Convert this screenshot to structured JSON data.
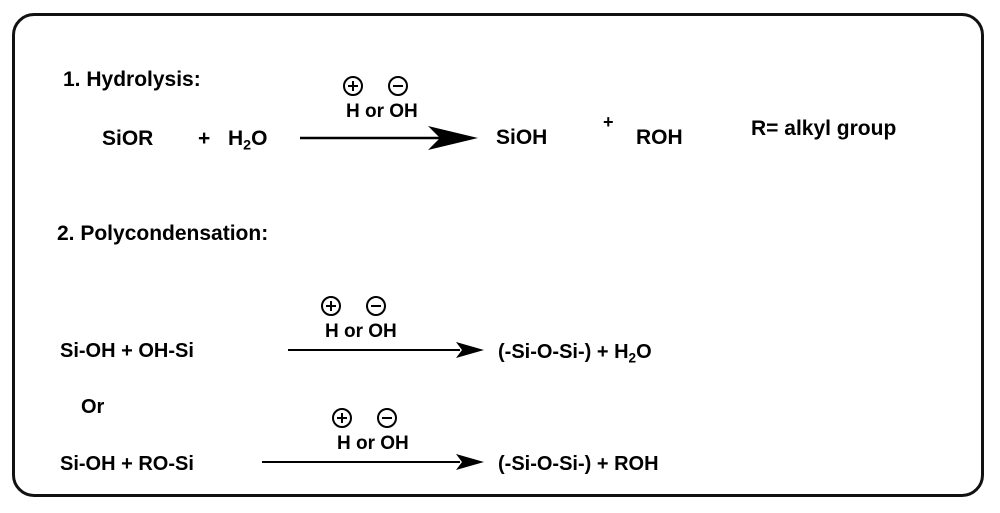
{
  "section1": {
    "title": "1. Hydrolysis:",
    "reactant1": "SiOR",
    "plus1": "+",
    "water": {
      "base": "H",
      "sub": "2",
      "tail": "O"
    },
    "conditions": "H or OH",
    "product1": "SiOH",
    "plus2": "+",
    "product2": "ROH",
    "note": "R= alkyl group"
  },
  "section2": {
    "title": "2.  Polycondensation:",
    "reaction_a": {
      "reactants": "Si-OH + OH-Si",
      "conditions": "H or OH",
      "product": "(-Si-O-Si-) + H",
      "product_sub": "2",
      "product_tail": "O"
    },
    "or_label": "Or",
    "reaction_b": {
      "reactants": "Si-OH + RO-Si",
      "conditions": "H or OH",
      "product": "(-Si-O-Si-) + ROH"
    }
  },
  "icons": {
    "positive_charge": "circled-plus-icon",
    "negative_charge": "circled-minus-icon",
    "reaction_arrow": "right-arrow-icon"
  }
}
